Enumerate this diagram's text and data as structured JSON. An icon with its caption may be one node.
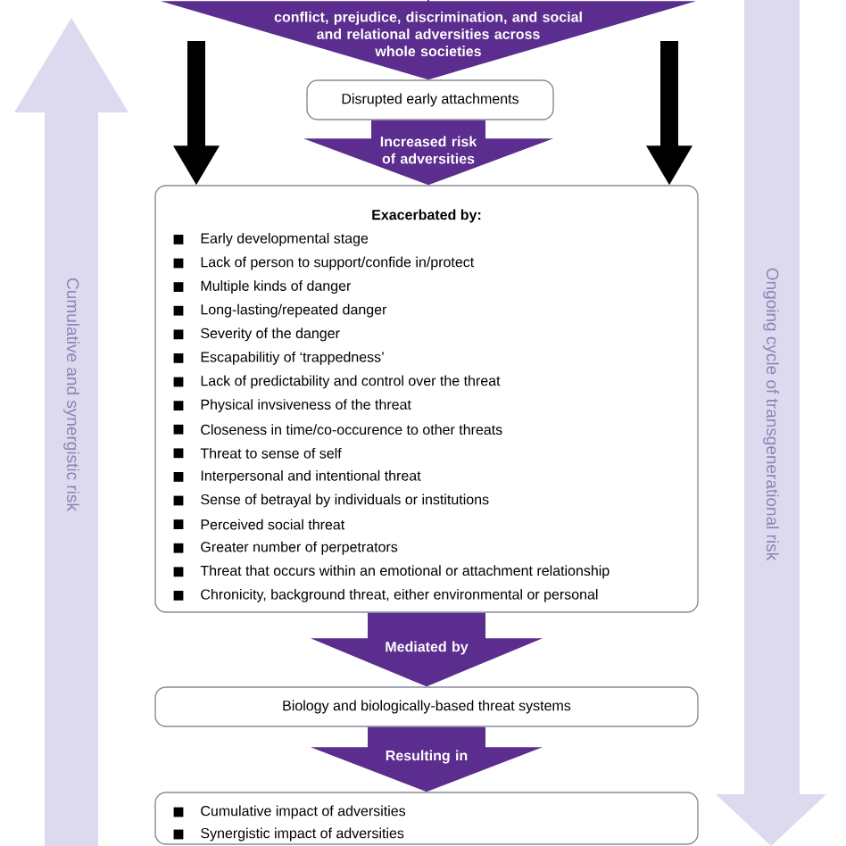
{
  "diagram": {
    "nodes": [
      {
        "text": [
          "Disrupted early attachments"
        ]
      },
      {
        "text": [
          "Exacerbated by:",
          "Early developmental stage",
          "Lack of person to support/confide in/protect",
          "Multiple kinds of danger",
          "Long-lasting/repeated danger",
          "Severity of the danger",
          "Escapabilitiy of ‘trappedness’",
          "Lack of predictability and control over the threat",
          "Physical invsiveness of the threat",
          "Closeness in time/co-occurence to other threats",
          "Threat to sense of self",
          "Interpersonal and intentional threat",
          "Sense of betrayal by individuals or institutions",
          "Perceived social threat",
          "Greater number of perpetrators",
          "Threat that occurs within an emotional or attachment relationship",
          "Chronicity, background threat, either environmental or personal"
        ]
      },
      {
        "text": [
          "Biology and biologically-based threat systems"
        ]
      },
      {
        "text": [
          "Cumulative impact of adversities",
          "Synergistic impact of adversities"
        ]
      },
      {
        "text": [
          "Cumulative and synergistic risk"
        ]
      },
      {
        "text": [
          "Ongoing cycle of transgenerational risk"
        ]
      }
    ],
    "edges": [
      {
        "from": null,
        "to": 0,
        "arrow": "to",
        "style": "thick",
        "label": "conflict, prejudice, discrimination, and social and relational adversities across whole societies"
      },
      {
        "from": null,
        "to": 1,
        "arrow": "to",
        "style": "thick",
        "color": "#000000"
      },
      {
        "from": null,
        "to": 1,
        "arrow": "to",
        "style": "thick",
        "color": "#000000"
      },
      {
        "from": 0,
        "to": 1,
        "arrow": "to",
        "style": "thick",
        "label": "Increased risk of adversities"
      },
      {
        "from": 1,
        "to": 2,
        "arrow": "to",
        "style": "thick",
        "label": "Mediated by"
      },
      {
        "from": 2,
        "to": 3,
        "arrow": "to",
        "style": "thick",
        "label": "Resulting in"
      }
    ]
  }
}
